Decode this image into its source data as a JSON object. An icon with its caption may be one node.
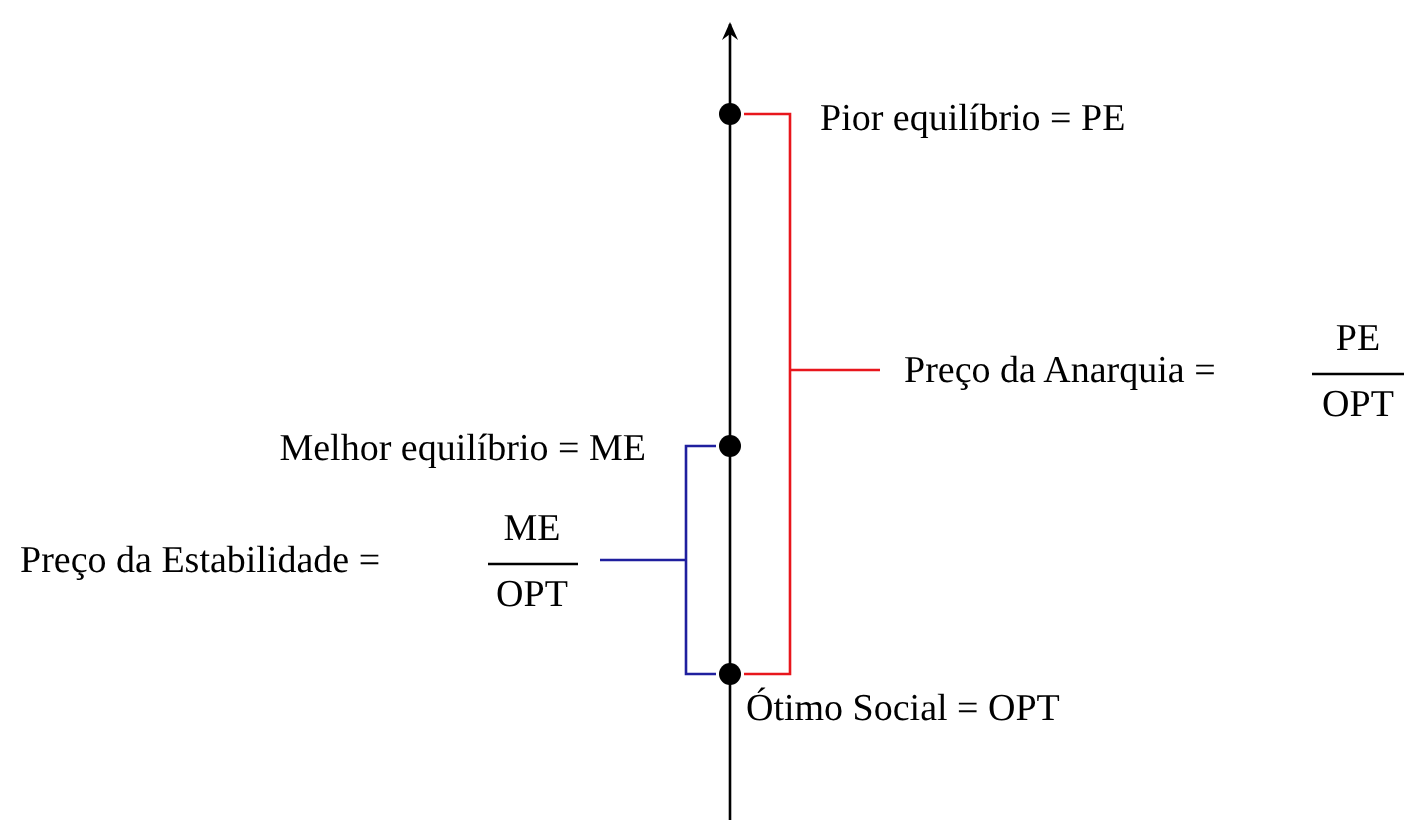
{
  "diagram": {
    "labels": [
      "Pior equilíbrio = PE",
      "Preço da Anarquia =",
      "PE",
      "OPT",
      "Melhor equilíbrio = ME",
      "Preço da Estabilidade =",
      "ME",
      "OPT",
      "Ótimo Social = OPT"
    ]
  }
}
